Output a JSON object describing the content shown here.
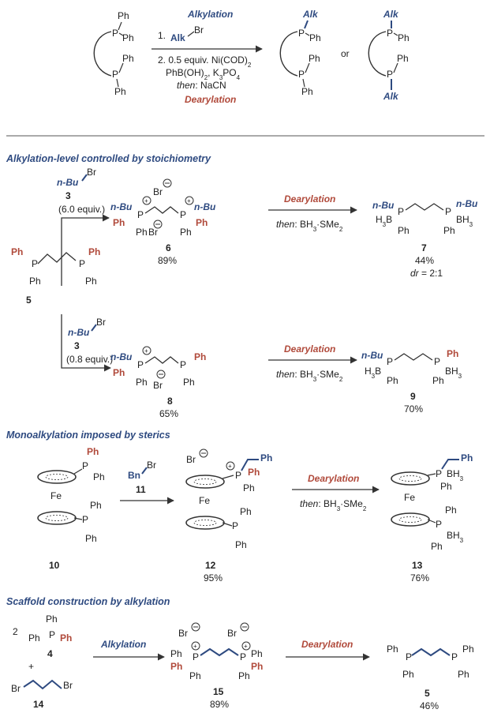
{
  "top": {
    "ph": "Ph",
    "p": "P",
    "alk": "Alk",
    "br": "Br",
    "or": "or",
    "alkylation_title": "Alkylation",
    "dearylation_title": "Dearylation",
    "step1_num": "1.",
    "step2": "2. 0.5 equiv. Ni(COD)",
    "step2_sub": "2",
    "reagent_a": "PhB(OH)",
    "reagent_a_sub": "2",
    "reagent_b": ", K",
    "reagent_b_sub": "3",
    "reagent_c": "PO",
    "reagent_c_sub": "4",
    "then": "then",
    "nacn": ": NaCN"
  },
  "section1": {
    "title": "Alkylation-level controlled by stoichiometry",
    "nbu": "n-Bu",
    "br": "Br",
    "label3": "3",
    "equiv_6": "(6.0 equiv.)",
    "equiv_08": "(0.8 equiv.)",
    "label5": "5",
    "label6": "6",
    "yield6": "89%",
    "label7": "7",
    "yield7": "44%",
    "dr": "dr",
    "dr_value": " = 2:1",
    "label8": "8",
    "yield8": "65%",
    "label9": "9",
    "yield9": "70%",
    "dearylation": "Dearylation",
    "then": "then",
    "bh3": ": BH",
    "bh3_sub": "3",
    "sme": "·SMe",
    "sme_sub": "2",
    "h3b": "H",
    "h3b_sub": "3",
    "h3b_end": "B",
    "bh3_word": "BH",
    "bh3_word_sub": "3"
  },
  "section2": {
    "title": "Monoalkylation imposed by sterics",
    "bn": "Bn",
    "br": "Br",
    "fe": "Fe",
    "label10": "10",
    "label11": "11",
    "label12": "12",
    "yield12": "95%",
    "label13": "13",
    "yield13": "76%",
    "dearylation": "Dearylation",
    "then": "then",
    "bh3": ": BH",
    "bh3_sub": "3",
    "sme": "·SMe",
    "sme_sub": "2",
    "bh3_word": "BH",
    "bh3_word_sub": "3"
  },
  "section3": {
    "title": "Scaffold construction by alkylation",
    "coeff": "2",
    "plus": "+",
    "br": "Br",
    "label4": "4",
    "label14": "14",
    "label15": "15",
    "yield15": "89%",
    "label5": "5",
    "yield5": "46%",
    "alkylation": "Alkylation",
    "dearylation": "Dearylation"
  },
  "colors": {
    "alk_blue": "#2e4a80",
    "dearyl_red": "#b0493a",
    "text": "#222222",
    "bond": "#333333"
  }
}
